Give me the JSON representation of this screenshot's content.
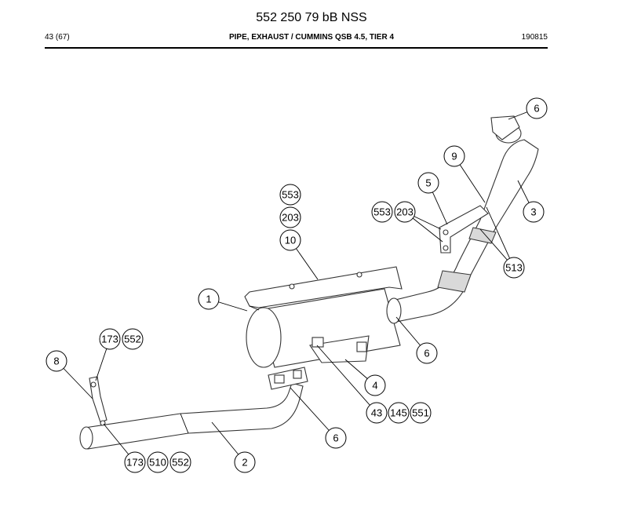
{
  "header": {
    "doc_number": "552 250 79 bB NSS",
    "page": "43 (67)",
    "title": "PIPE, EXHAUST / CUMMINS QSB 4.5, TIER 4",
    "date": "190815"
  },
  "callouts": {
    "c6_top": "6",
    "c9": "9",
    "c5": "5",
    "c3": "3",
    "c553_r": "553",
    "c203_r": "203",
    "c513": "513",
    "c553_t": "553",
    "c203_t": "203",
    "c10": "10",
    "c1": "1",
    "c6_mid": "6",
    "c4": "4",
    "c43": "43",
    "c145": "145",
    "c551": "551",
    "c6_low": "6",
    "c173_top": "173",
    "c552_top": "552",
    "c8": "8",
    "c173_bot": "173",
    "c510": "510",
    "c552_bot": "552",
    "c2": "2"
  }
}
